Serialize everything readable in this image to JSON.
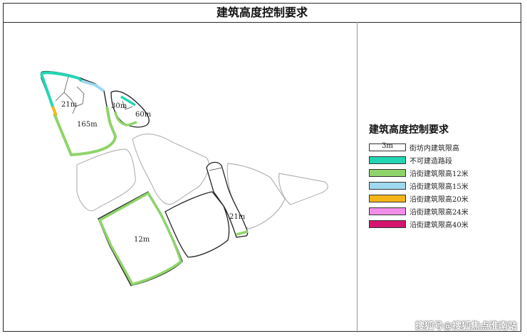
{
  "title": "建筑高度控制要求",
  "legend": {
    "title": "建筑高度控制要求",
    "items": [
      {
        "swatch_text": "3m",
        "label": "街坊内建筑限高",
        "color": "#ffffff"
      },
      {
        "swatch_text": "",
        "label": "不可建造路段",
        "color": "#22d6b4"
      },
      {
        "swatch_text": "",
        "label": "沿街建筑限高12米",
        "color": "#8fd46a"
      },
      {
        "swatch_text": "",
        "label": "沿街建筑限高15米",
        "color": "#9fd8ef"
      },
      {
        "swatch_text": "",
        "label": "沿街建筑限高20米",
        "color": "#f5b519"
      },
      {
        "swatch_text": "",
        "label": "沿街建筑限高24米",
        "color": "#f28ee9"
      },
      {
        "swatch_text": "",
        "label": "沿街建筑限高40米",
        "color": "#d4156e"
      }
    ]
  },
  "map_labels": {
    "a": "21m",
    "b": "165m",
    "c": "30m",
    "d": "60m",
    "e": "12m",
    "f": "21m"
  },
  "watermark": "搜狐号@搜狐焦点淮南站",
  "colors": {
    "block_outline": "#222222",
    "empty_outline": "#b5b5b5"
  }
}
